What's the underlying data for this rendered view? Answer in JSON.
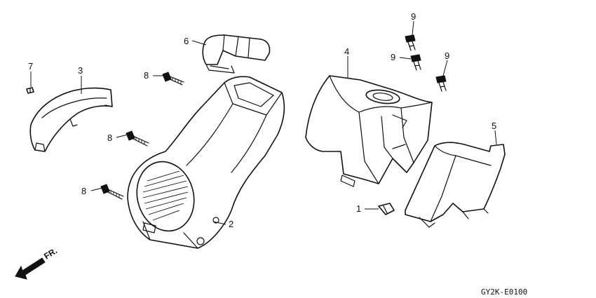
{
  "callouts": {
    "c1": "1",
    "c2": "2",
    "c3": "3",
    "c4": "4",
    "c5": "5",
    "c6": "6",
    "c7": "7",
    "c8a": "8",
    "c8b": "8",
    "c8c": "8",
    "c9a": "9",
    "c9b": "9",
    "c9c": "9"
  },
  "direction_label": "FR.",
  "diagram_code": "GY2K-E0100",
  "colors": {
    "line": "#111111",
    "background": "#ffffff"
  },
  "icons": {
    "direction": "front-direction-arrow-icon"
  }
}
